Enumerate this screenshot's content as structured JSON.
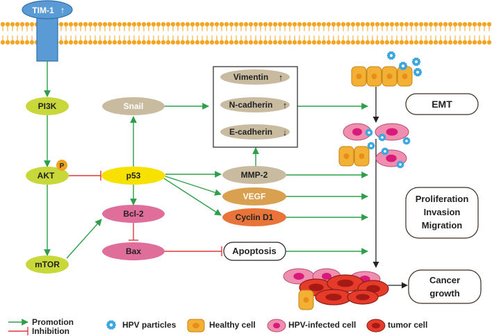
{
  "receptor": {
    "label": "TIM-1"
  },
  "nodes": {
    "pi3k": "PI3K",
    "akt": "AKT",
    "phospho": "P",
    "mtor": "mTOR",
    "snail": "Snail",
    "p53": "p53",
    "bcl2": "Bcl-2",
    "bax": "Bax",
    "vimentin": "Vimentin",
    "ncadherin": "N-cadherin",
    "ecadherin": "E-cadherin",
    "mmp2": "MMP-2",
    "vegf": "VEGF",
    "cyclind1": "Cyclin D1",
    "apoptosis": "Apoptosis"
  },
  "outcomes": {
    "emt": "EMT",
    "proliferation_1": "Proliferation",
    "proliferation_2": "Invasion",
    "proliferation_3": "Migration",
    "cancer_1": "Cancer",
    "cancer_2": "growth"
  },
  "legend": {
    "promotion": "Promotion",
    "inhibition": "Inhibition",
    "hpv_particles": "HPV particles",
    "healthy_cell": "Healthy cell",
    "hpv_infected_cell": "HPV-infected cell",
    "tumor_cell": "tumor cell"
  },
  "colors": {
    "promotion": "#2e9e4a",
    "inhibition": "#e0373a",
    "receptor": "#5b9bd5",
    "pathway_node": "#c8d83a",
    "p53": "#f6e100",
    "regulator": "#c8bba0",
    "bcl2_bax": "#e06e9a",
    "vegf": "#d9a050",
    "cyclin": "#e8743a",
    "healthy": "#f2b134",
    "infected": "#f08eb0",
    "tumor": "#e63a2a",
    "hpv": "#3aa7e0"
  }
}
